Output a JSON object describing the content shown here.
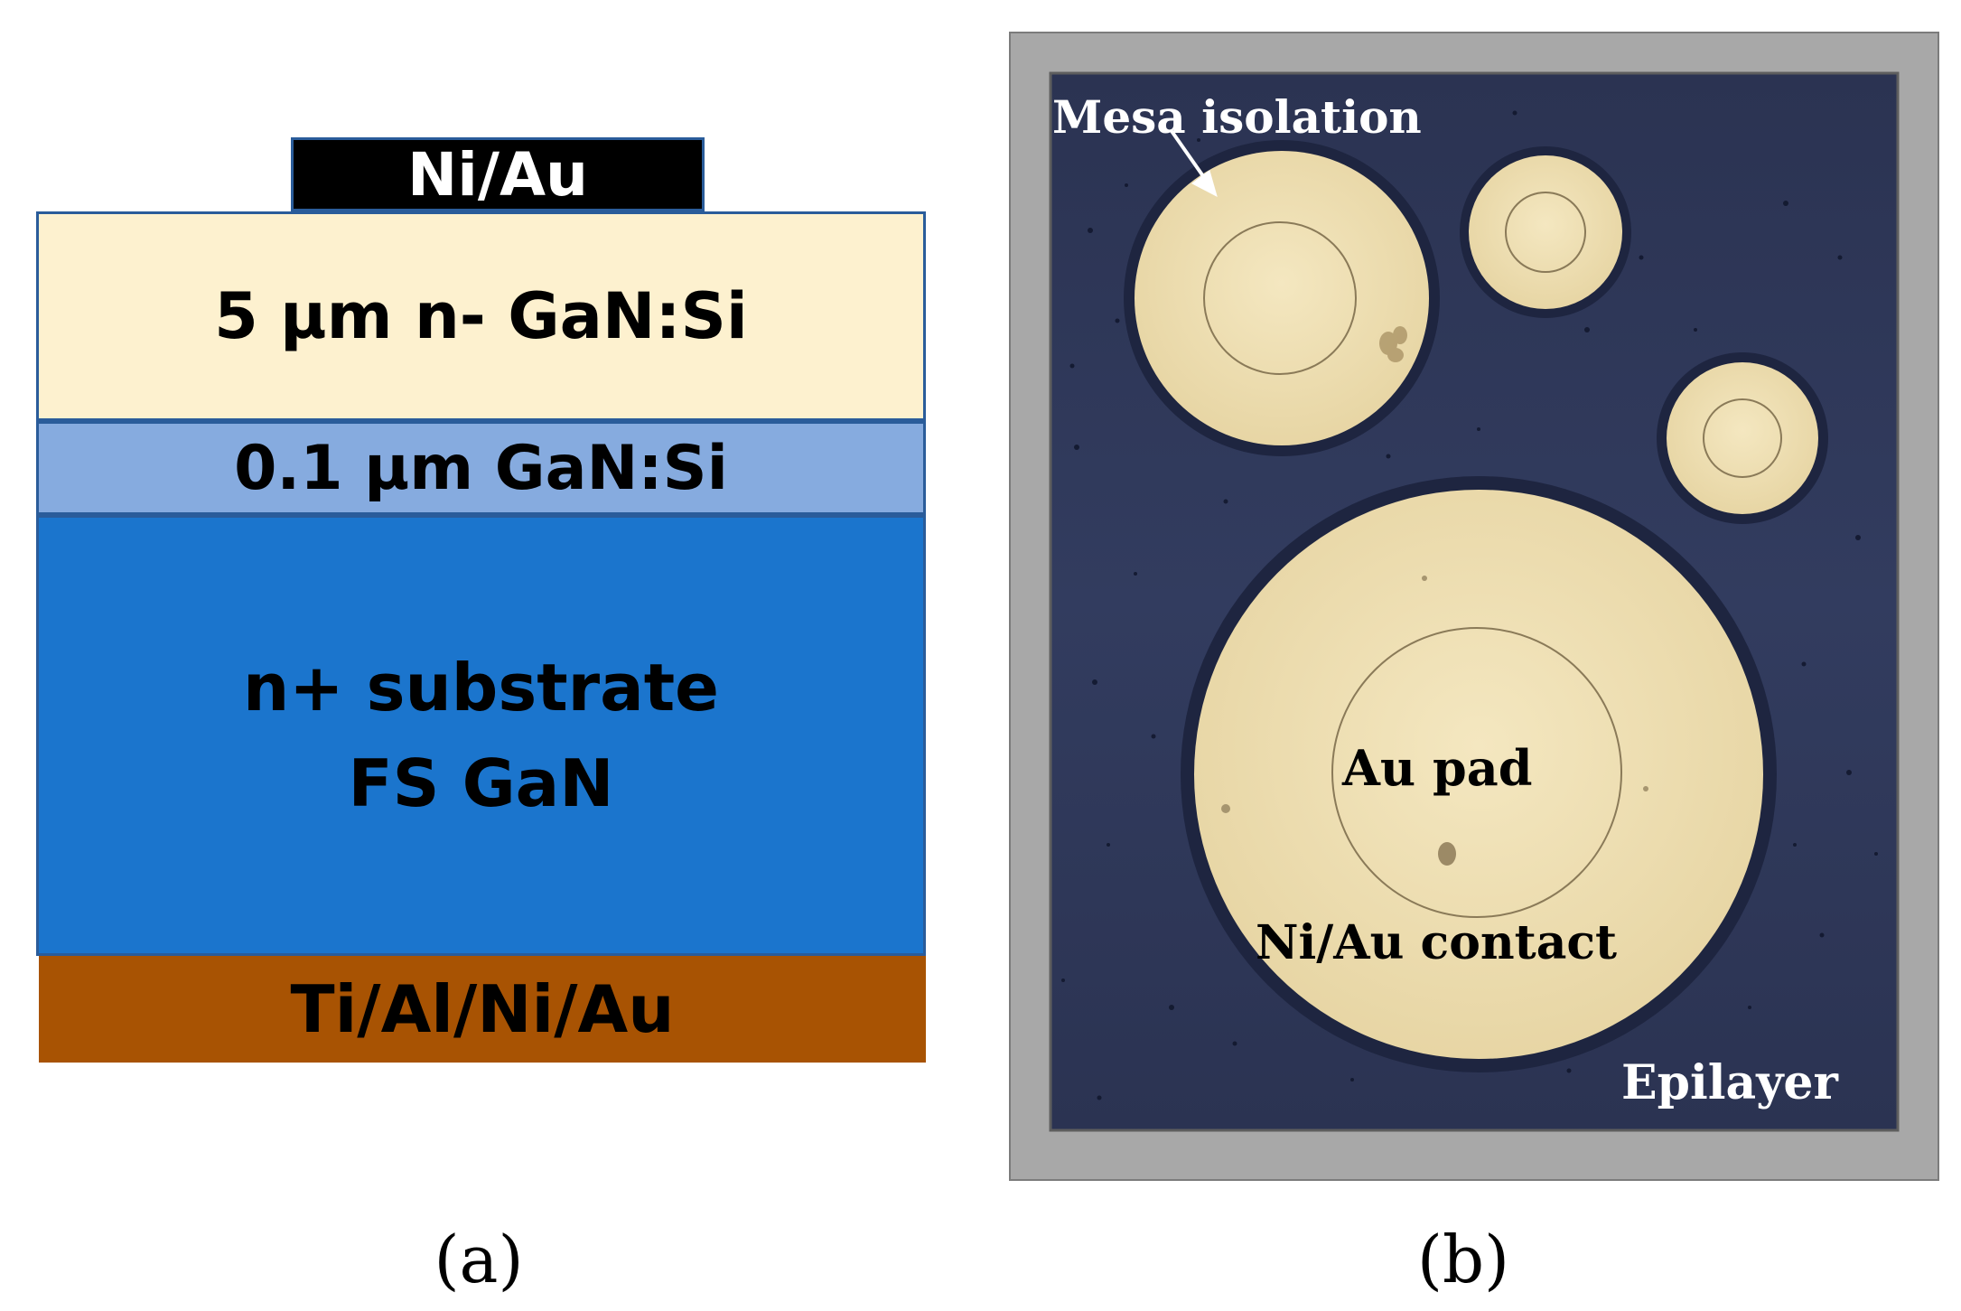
{
  "panel_a": {
    "top_contact": "Ni/Au",
    "drift_layer": "5 µm n- GaN:Si",
    "buffer_layer": "0.1 µm GaN:Si",
    "substrate_line1": "n+ substrate",
    "substrate_line2": "FS GaN",
    "back_contact": "Ti/Al/Ni/Au",
    "caption": "(a)",
    "colors": {
      "top_contact": "#000000",
      "drift_layer": "#fdf1cf",
      "buffer_layer": "#86abdf",
      "substrate": "#1b75cd",
      "back_contact": "#a85303",
      "outline": "#2a5c9a"
    }
  },
  "panel_b": {
    "mesa_label": "Mesa isolation",
    "pad_label": "Au pad",
    "contact_label": "Ni/Au contact",
    "epilayer_label": "Epilayer",
    "caption": "(b)",
    "colors": {
      "frame": "#a8a8a8",
      "epilayer": "#2e3758",
      "contact": "#f0e1b4",
      "label_light": "#ffffff",
      "label_dark": "#000000"
    }
  }
}
